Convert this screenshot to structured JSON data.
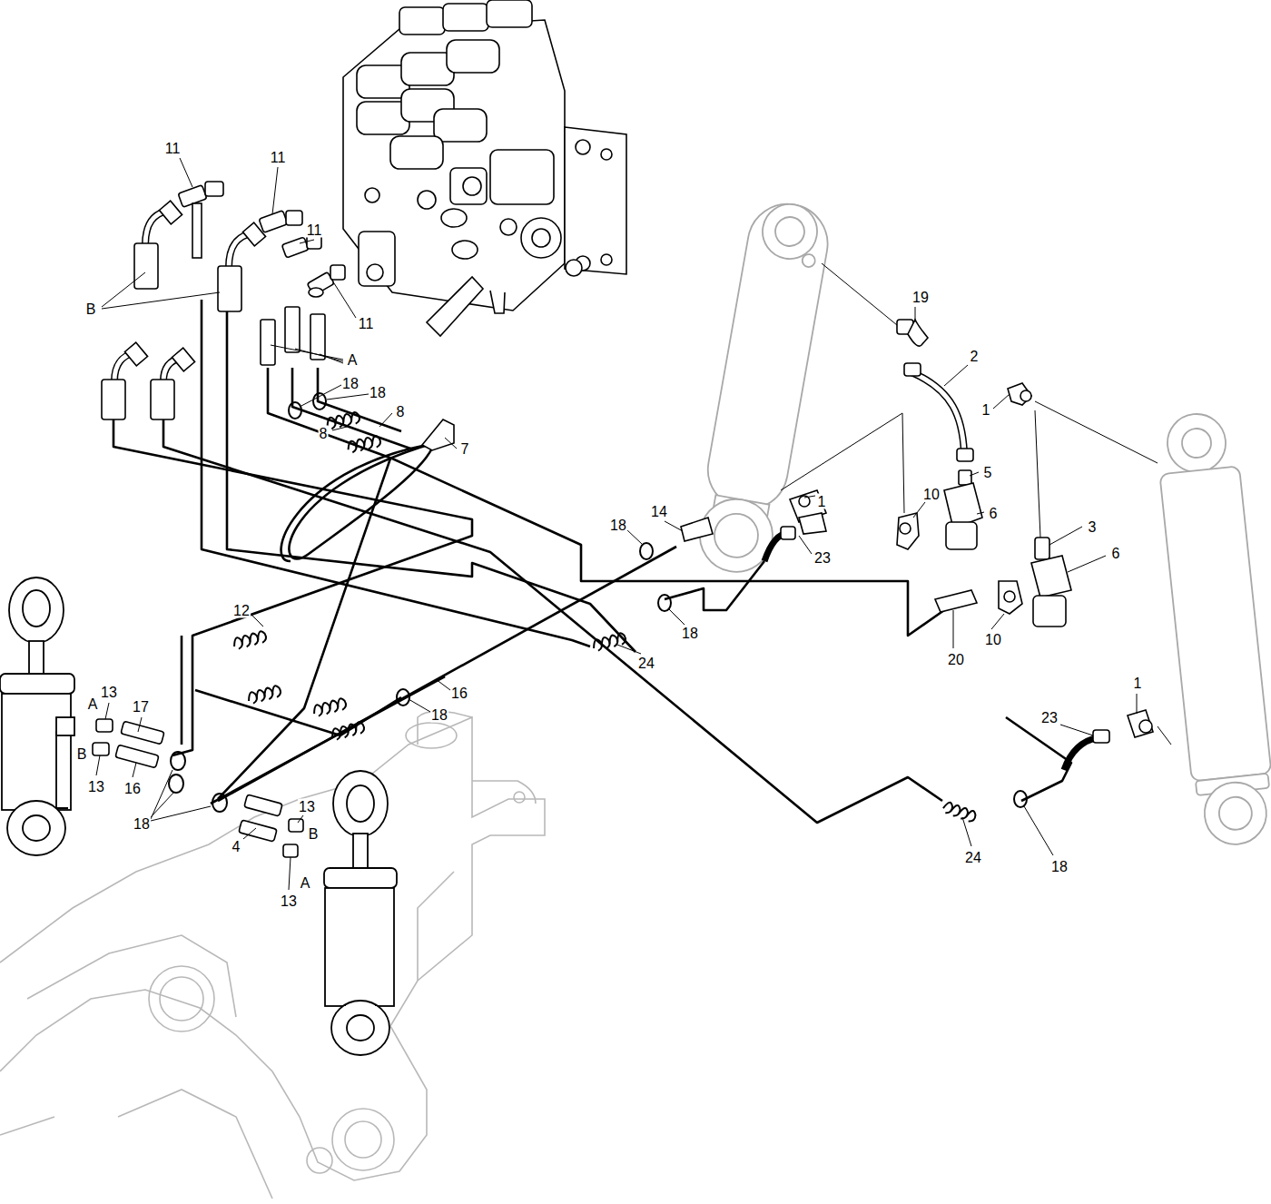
{
  "diagram": {
    "labels": [
      "11",
      "11",
      "11",
      "B",
      "11",
      "A",
      "18",
      "18",
      "8",
      "8",
      "7",
      "19",
      "2",
      "1",
      "5",
      "1",
      "10",
      "6",
      "18",
      "14",
      "23",
      "3",
      "6",
      "12",
      "18",
      "24",
      "20",
      "10",
      "1",
      "A",
      "13",
      "17",
      "16",
      "18",
      "23",
      "B",
      "13",
      "16",
      "18",
      "13",
      "B",
      "24",
      "18",
      "4",
      "13",
      "A"
    ]
  }
}
